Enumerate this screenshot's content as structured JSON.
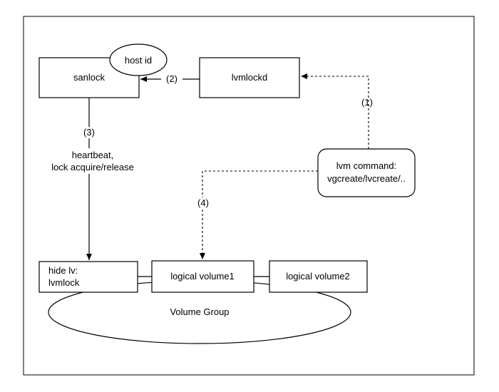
{
  "nodes": {
    "sanlock": "sanlock",
    "host_id": "host id",
    "lvmlockd": "lvmlockd",
    "lvm_command": [
      "lvm command:",
      "vgcreate/lvcreate/.."
    ],
    "hide_lv": [
      "hide lv:",
      "lvmlock"
    ],
    "logical_volume1": "logical volume1",
    "logical_volume2": "logical volume2",
    "volume_group": "Volume Group"
  },
  "edges": {
    "step1": "(1)",
    "step2": "(2)",
    "step3": "(3)",
    "step3_desc": [
      "heartbeat,",
      "lock acquire/release"
    ],
    "step4": "(4)"
  }
}
